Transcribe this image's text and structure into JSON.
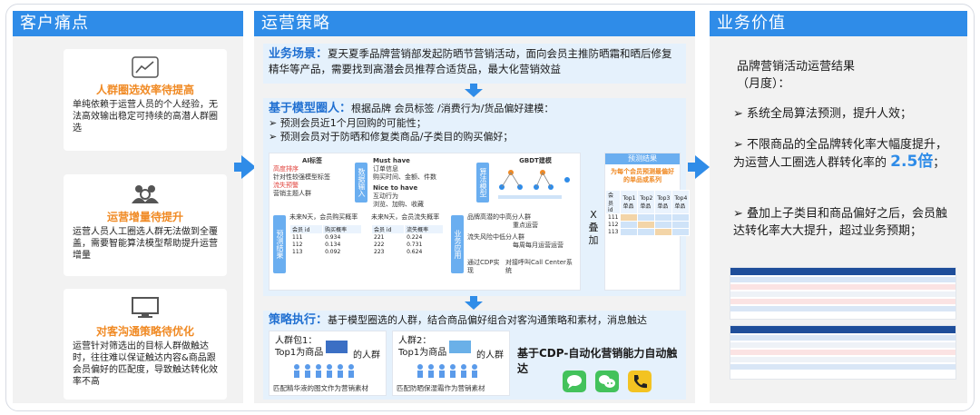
{
  "columns": {
    "pain": {
      "title": "客户痛点"
    },
    "strategy": {
      "title": "运营策略"
    },
    "value": {
      "title": "业务价值"
    }
  },
  "pains": [
    {
      "icon": "chart-up-icon",
      "title": "人群圈选效率待提高",
      "desc": "单纯依赖于运营人员的个人经验，无法高效输出稳定可持续的高潜人群圈选"
    },
    {
      "icon": "people-gear-icon",
      "title": "运营增量待提升",
      "desc": "运营人员人工圈选人群无法做到全覆盖，需要智能算法模型帮助提升运营增量"
    },
    {
      "icon": "monitor-icon",
      "title": "对客沟通策略待优化",
      "desc": "运营针对筛选出的目标人群做触达时，往往难以保证触达内容&商品跟会员偏好的匹配度，导致触达转化效率不高"
    }
  ],
  "strategy": {
    "scene_label": "业务场景：",
    "scene_text": "夏天夏季品牌营销部发起防晒节营销活动，面向会员主推防晒霜和晒后修复精华等产品，需要找到高潜会员推荐合适货品，最大化营销效益",
    "model_label": "基于模型圈人：",
    "model_text": "根据品牌 会员标签 /消费行为/货品偏好建模：",
    "model_bullets": [
      "预测会员近1个月回购的可能性；",
      "预测会员对于防晒和修复类商品/子类目的购买偏好；"
    ],
    "exec_label": "策略执行：",
    "exec_text": "基于模型圈选的人群，结合商品偏好组合对客沟通策略和素材，消息触达",
    "cdp_text": "基于CDP-自动化营销能力自动触达",
    "groups": [
      {
        "line1": "人群包1：",
        "line2": "Top1为商品",
        "suffix": "的人群",
        "caption": "匹配精华液的图文作为营销素材"
      },
      {
        "line1": "人群2：",
        "line2": "Top1为商品",
        "suffix": "的人群",
        "caption": "匹配防晒保湿霜作为营销素材"
      }
    ],
    "multiply": "X",
    "stack_label": "叠加",
    "diagram": {
      "ai_title": "AI标签",
      "ai_lines": [
        "高度排序",
        "针对性较强模型标签",
        "流失预警",
        "营销主题人群"
      ],
      "mh_title": "Must have",
      "mh_lines": [
        "订单信息",
        "购买时间、金额、件数"
      ],
      "nh_title": "Nice to have",
      "nh_lines": [
        "互动行为",
        "浏览、加购、收藏"
      ],
      "vtabs": [
        "数据输入",
        "算法模型",
        "预测结果",
        "业务应用"
      ],
      "gbdt": "GBDT建模",
      "result_title": "预测结果",
      "result_sub": "为每个会员预测最偏好的单品或系列",
      "rec_a": "未来N天，会员购买概率",
      "rec_b": "未来N天，会员流失概率",
      "rec_cols_a": [
        "会员 id",
        "购买概率"
      ],
      "rec_rows_a": [
        [
          "111",
          "0.934"
        ],
        [
          "112",
          "0.134"
        ],
        [
          "113",
          "0.092"
        ]
      ],
      "rec_cols_b": [
        "会员 id",
        "流失概率"
      ],
      "rec_rows_b": [
        [
          "221",
          "0.224"
        ],
        [
          "222",
          "0.731"
        ],
        [
          "223",
          "0.624"
        ]
      ],
      "app_lines": [
        "品牌高潜的中高分人群",
        "重点运营",
        "流失风险中低分人群",
        "每周每月运营运营"
      ],
      "app_bottom": [
        "通过CDP实现",
        "对接呼叫Call Center系统"
      ],
      "tbl_head": [
        "会员 id",
        "Top1单品",
        "Top2单品",
        "Top3单品",
        "Top4单品"
      ],
      "tbl_ids": [
        "111",
        "112",
        "113"
      ]
    }
  },
  "value": {
    "intro": "品牌营销活动运营结果（月度）：",
    "points": [
      {
        "text": "系统全局算法预测，提升人效；"
      },
      {
        "text_a": "不限商品的全品牌转化率大幅度提升，为运营人工圈选人群转化率的",
        "highlight": "2.5倍",
        "text_b": "；"
      },
      {
        "text": "叠加上子类目和商品偏好之后，会员触达转化率大大提升，超过业务预期；"
      }
    ]
  },
  "colors": {
    "brand": "#2f8ce8",
    "accent": "#f08a24",
    "highlight": "#1f6fd1"
  }
}
